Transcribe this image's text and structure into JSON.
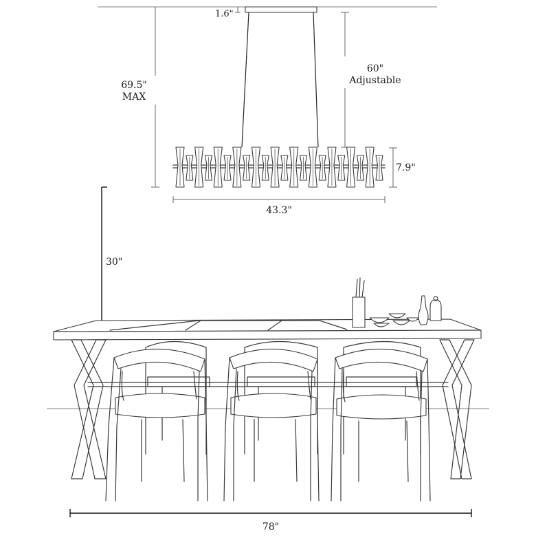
{
  "diagram": {
    "canopy_height": "1.6\"",
    "max_drop_value": "69.5\"",
    "max_drop_unit": "MAX",
    "adjustable_value": "60\"",
    "adjustable_unit": "Adjustable",
    "fixture_height": "7.9\"",
    "fixture_width": "43.3\"",
    "table_clearance": "30\"",
    "table_length": "78\""
  },
  "colors": {
    "line": "#3a3a3a",
    "dimension": "#666666",
    "background": "#ffffff"
  }
}
